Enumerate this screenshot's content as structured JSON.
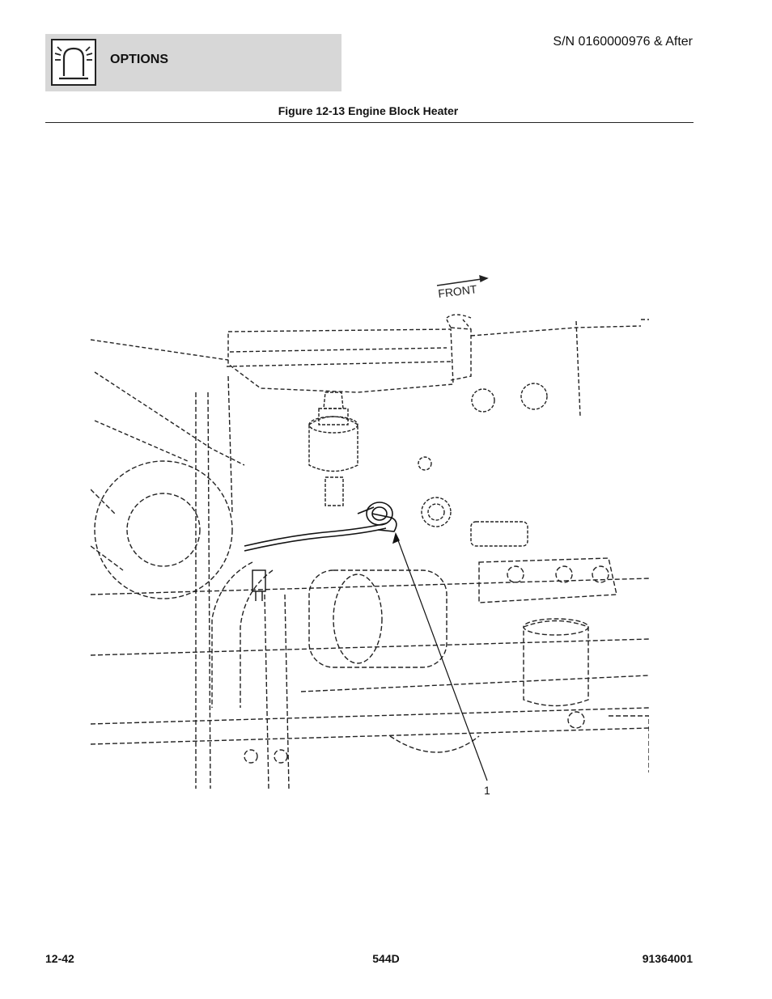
{
  "header": {
    "section": "OPTIONS",
    "icon": "warning-beacon-icon",
    "serial": "S/N 0160000976 & After"
  },
  "figure": {
    "caption": "Figure 12-13 Engine Block Heater",
    "direction_label": "FRONT",
    "callouts": [
      {
        "label": "1"
      }
    ]
  },
  "footer": {
    "page": "12-42",
    "model": "544D",
    "doc_number": "91364001"
  }
}
